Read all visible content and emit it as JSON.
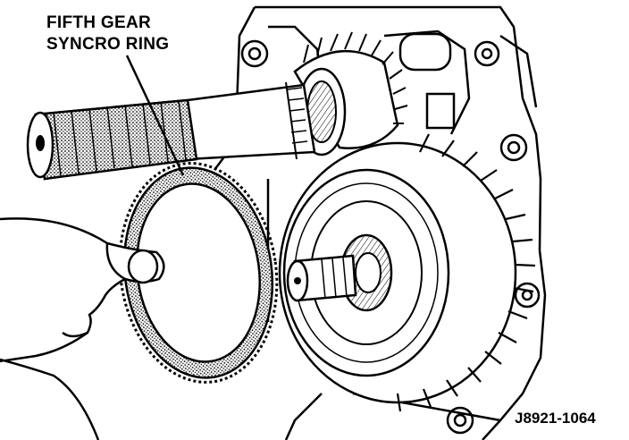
{
  "callout": {
    "line1": "FIFTH GEAR",
    "line2": "SYNCRO RING"
  },
  "figure_id": "J8921-1064",
  "colors": {
    "ink": "#000000",
    "paper": "#ffffff",
    "shade": "#999999"
  }
}
